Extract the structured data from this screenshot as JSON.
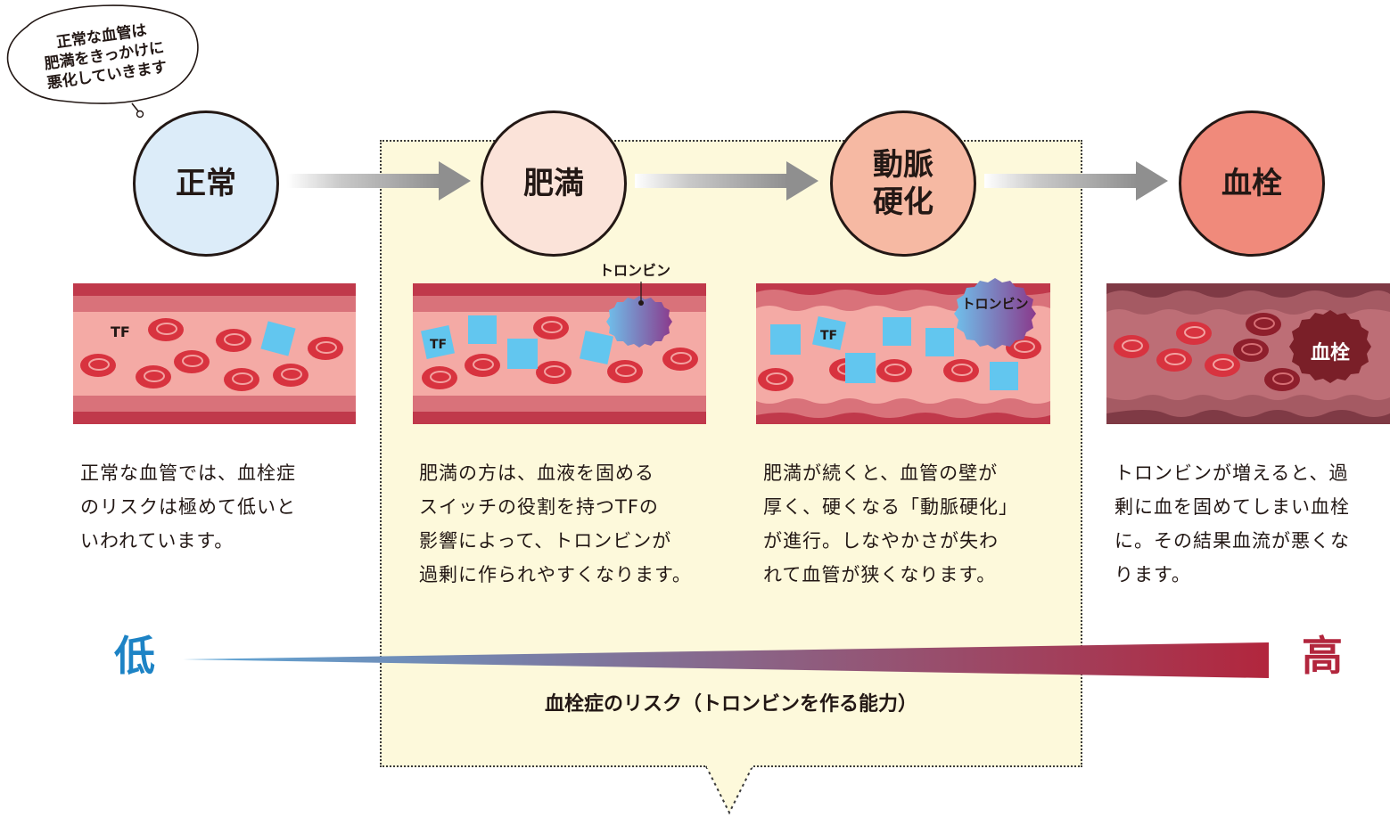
{
  "speech_bubble": {
    "lines": [
      "正常な血管は",
      "肥満をきっかけに",
      "悪化していきます"
    ]
  },
  "stages": [
    {
      "label": "正常",
      "color": "#dcecf9"
    },
    {
      "label": "肥満",
      "color": "#fbe3d9"
    },
    {
      "label": "動脈\n硬化",
      "color": "#f6b9a3"
    },
    {
      "label": "血栓",
      "color": "#f08a7b"
    }
  ],
  "vessel_labels": {
    "tf": "TF",
    "thrombin": "トロンビン",
    "clot": "血栓"
  },
  "descriptions": [
    [
      "正常な血管では、血栓症",
      "のリスクは極めて低いと",
      "いわれています。"
    ],
    [
      "肥満の方は、血液を固める",
      "スイッチの役割を持つTFの",
      "影響によって、トロンビンが",
      "過剰に作られやすくなります。"
    ],
    [
      "肥満が続くと、血管の壁が",
      "厚く、硬くなる「動脈硬化」",
      "が進行。しなやかさが失わ",
      "れて血管が狭くなります。"
    ],
    [
      "トロンビンが増えると、過",
      "剰に血を固めてしまい血栓",
      "に。その結果血流が悪くな",
      "ります。"
    ]
  ],
  "risk_scale": {
    "low_label": "低",
    "high_label": "高",
    "caption": "血栓症のリスク（トロンビンを作る能力）",
    "low_color": "#5ea8d8",
    "high_color": "#b2263d"
  },
  "colors": {
    "highlight_bg": "#fdf9db",
    "vessel_wall": "#c0394b",
    "vessel_inner": "#d9727a",
    "vessel_lumen": "#f4aaa5",
    "rbc": "#d8333f",
    "tf_square": "#62c6ef",
    "clot": "#7a1f28"
  }
}
